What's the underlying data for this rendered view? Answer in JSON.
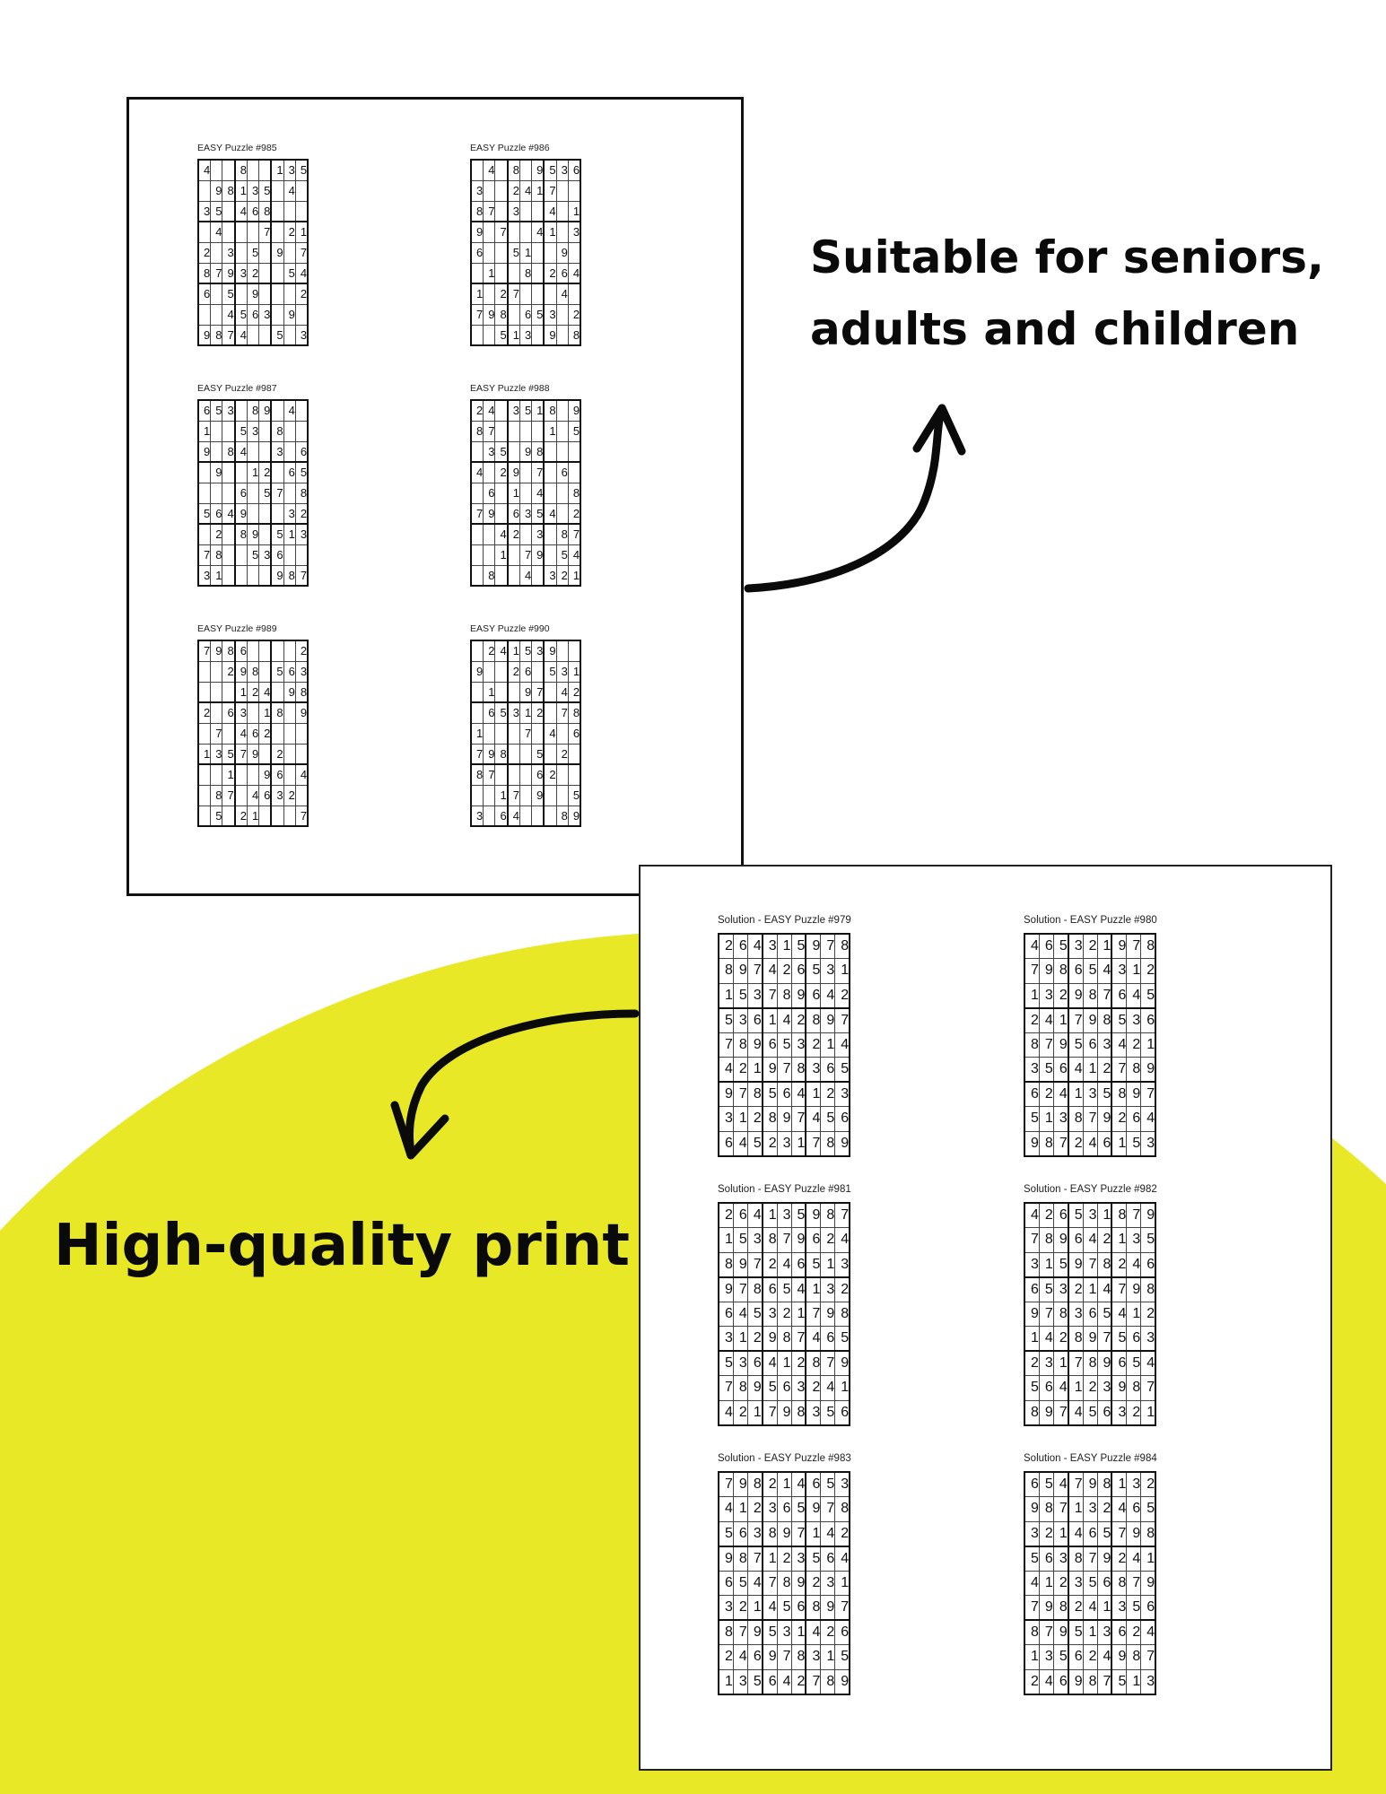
{
  "colors": {
    "accent": "#e8e827",
    "ink": "#0a0a0a",
    "paper": "#ffffff"
  },
  "headlines": {
    "line1": "Suitable for seniors,",
    "line2": "adults and children",
    "print": "High-quality print"
  },
  "icons": [
    "curved-arrow-right-up-icon",
    "curved-arrow-left-down-icon"
  ],
  "puzzles": [
    {
      "title": "EASY Puzzle #985",
      "grid": [
        "4  8  135",
        " 98135 4 ",
        "35 468   ",
        " 4   7 21",
        "2 3 5 9 7",
        "87932  54",
        "6 5 9   2",
        "  4563 9 ",
        "9874  5 3"
      ]
    },
    {
      "title": "EASY Puzzle #986",
      "grid": [
        " 4 8 9536",
        "3  2417  ",
        "87 3  4 1",
        "9 7  41 3",
        "6  51  9 ",
        " 1  8 264",
        "1 27   4 ",
        "798 653 2",
        "  513 9 8"
      ]
    },
    {
      "title": "EASY Puzzle #987",
      "grid": [
        "653 89 4 ",
        "1  53 8  ",
        "9 84  3 6",
        " 9  12 65",
        "   6 57 8",
        "5649   32",
        " 2 89 513",
        "78  536  ",
        "31    987"
      ]
    },
    {
      "title": "EASY Puzzle #988",
      "grid": [
        "24 3518 9",
        "87    1 5",
        " 35 98   ",
        "4 29 7 6 ",
        " 6 1 4  8",
        "79 6354 2",
        "  42 3 87",
        "  1 79 54",
        " 8  4 321"
      ]
    },
    {
      "title": "EASY Puzzle #989",
      "grid": [
        "7986    2",
        "  298 563",
        "   124 98",
        "2 63 18 9",
        " 7 462   ",
        "13579 2  ",
        "  1  96 4",
        " 87 4632 ",
        " 5 21   7"
      ]
    },
    {
      "title": "EASY Puzzle #990",
      "grid": [
        " 241539  ",
        "9  26 531",
        " 1  97 42",
        " 65312 78",
        "1   7 4 6",
        "798  5 2 ",
        "87   62  ",
        "  17 9  5",
        "3 64   89"
      ]
    }
  ],
  "solutions": [
    {
      "title": "Solution - EASY Puzzle #979",
      "grid": [
        "264315978",
        "897426531",
        "153789642",
        "536142897",
        "789653214",
        "421978365",
        "978564123",
        "312897456",
        "645231789"
      ]
    },
    {
      "title": "Solution - EASY Puzzle #980",
      "grid": [
        "465321978",
        "798654312",
        "132987645",
        "241798536",
        "879563421",
        "356412789",
        "624135897",
        "513879264",
        "987246153"
      ]
    },
    {
      "title": "Solution - EASY Puzzle #981",
      "grid": [
        "264135987",
        "153879624",
        "897246513",
        "978654132",
        "645321798",
        "312987465",
        "536412879",
        "789563241",
        "421798356"
      ]
    },
    {
      "title": "Solution - EASY Puzzle #982",
      "grid": [
        "426531879",
        "789642135",
        "315978246",
        "653214798",
        "978365412",
        "142897563",
        "231789654",
        "564123987",
        "897456321"
      ]
    },
    {
      "title": "Solution - EASY Puzzle #983",
      "grid": [
        "798214653",
        "412365978",
        "563897142",
        "987123564",
        "654789231",
        "321456897",
        "879531426",
        "246978315",
        "135642789"
      ]
    },
    {
      "title": "Solution - EASY Puzzle #984",
      "grid": [
        "654798132",
        "987132465",
        "321465798",
        "563879241",
        "412356879",
        "798241356",
        "879513624",
        "135624987",
        "246987513"
      ]
    }
  ]
}
